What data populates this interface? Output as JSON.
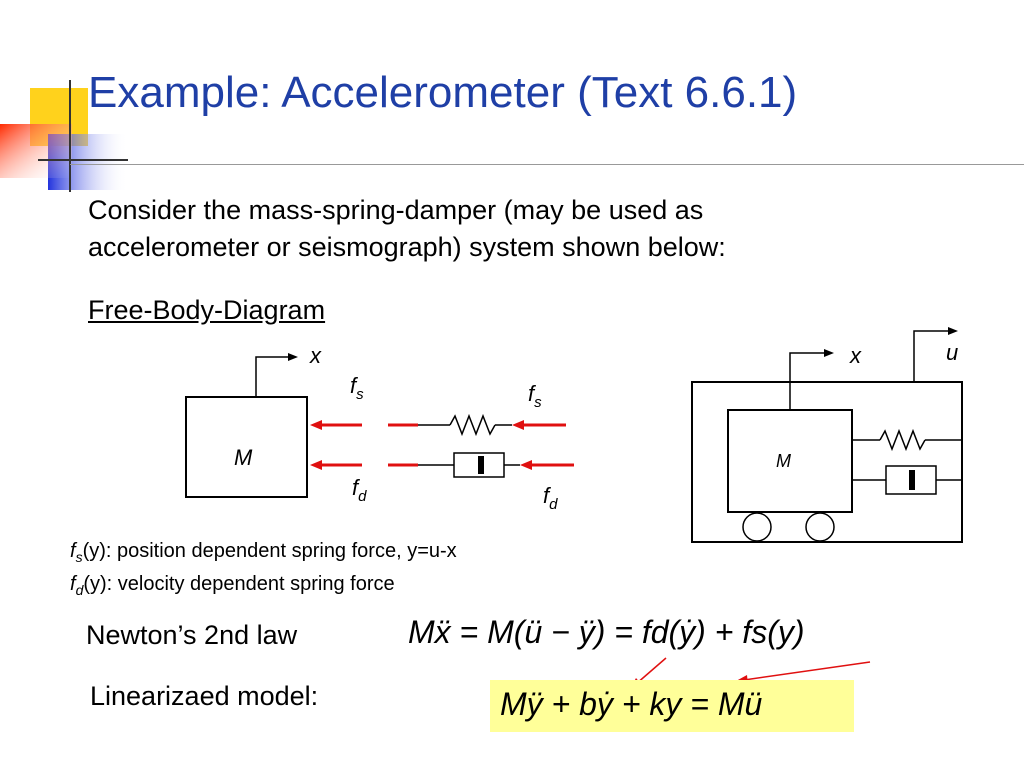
{
  "slide": {
    "title": "Example: Accelerometer (Text 6.6.1)",
    "intro_line1": "Consider the mass-spring-damper (may be used as",
    "intro_line2": "accelerometer or seismograph) system shown below:",
    "fbd_heading": "Free-Body-Diagram",
    "fs_desc": "(y): position dependent spring force, y=u-x",
    "fd_desc": "(y): velocity dependent spring force",
    "newton_label": "Newton’s 2nd law",
    "linear_label": "Linearizaed model:",
    "newton_equation": "Mẍ = M(ü − ÿ) = fd(ẏ) + fs(y)",
    "linear_equation": "Mÿ + bẏ + ky = Mü"
  },
  "diagram": {
    "mass_label": "M",
    "x_label": "x",
    "u_label": "u",
    "f_symbol": "f",
    "s_sub": "s",
    "d_sub": "d"
  },
  "colors": {
    "title": "#1f3fa6",
    "arrows": "#e01010",
    "highlight": "#ffff99"
  }
}
